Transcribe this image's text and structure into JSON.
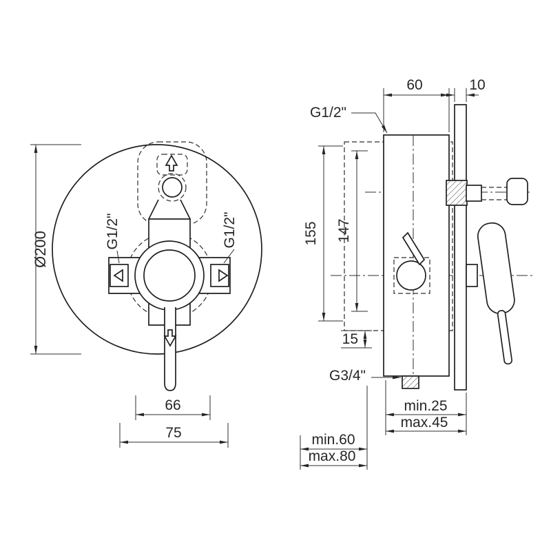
{
  "drawing": {
    "front": {
      "diameter": "Ø200",
      "g12_left": "G1/2\"",
      "g12_right": "G1/2\"",
      "dim_66": "66",
      "dim_75": "75"
    },
    "side": {
      "dim_60": "60",
      "dim_10": "10",
      "g12_top": "G1/2\"",
      "dim_155": "155",
      "dim_147": "147",
      "dim_15": "15",
      "g34": "G3/4\"",
      "min_25": "min.25",
      "max_45": "max.45",
      "min_60": "min.60",
      "max_80": "max.80"
    }
  }
}
